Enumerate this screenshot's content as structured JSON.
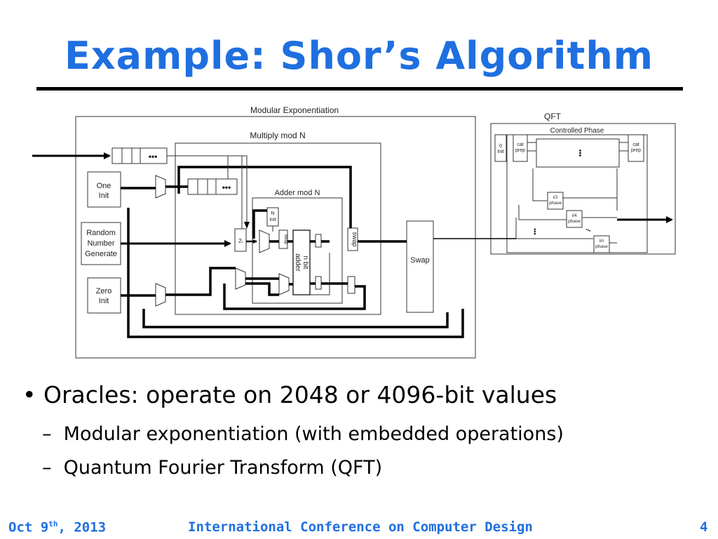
{
  "slide": {
    "title": "Example: Shor’s Algorithm",
    "bullet_marker": "•",
    "sub_marker": "–",
    "bullet": "Oracles: operate on 2048 or 4096-bit values",
    "subbullets": [
      "Modular exponentiation (with embedded operations)",
      "Quantum Fourier Transform (QFT)"
    ]
  },
  "diagram": {
    "modexp_label": "Modular Exponentiation",
    "multiply_label": "Multiply mod N",
    "adder_label": "Adder mod N",
    "one_init": [
      "One",
      "Init"
    ],
    "random": [
      "Random",
      "Number",
      "Generate"
    ],
    "zero_init": [
      "Zero",
      "Init"
    ],
    "dots": "•••",
    "two_i": "2ᵢ",
    "n_init": [
      "N",
      "Init"
    ],
    "swap_small": "swap",
    "n_bit_adder": [
      "n bit",
      "adder"
    ],
    "swap_big": "Swap",
    "qft_label": "QFT",
    "controlled_phase_label": "Controlled Phase",
    "zero_init_small": [
      "0",
      "Init"
    ],
    "cat_prep": [
      "cat",
      "prep"
    ],
    "phase_labels": [
      [
        "i/2",
        "phase"
      ],
      [
        "i/4",
        "phase"
      ],
      [
        "i/n",
        "phase"
      ]
    ]
  },
  "footer": {
    "date_prefix": "Oct 9",
    "date_sup": "th",
    "date_suffix": ", 2013",
    "conference": "International Conference on Computer Design",
    "page": "4"
  }
}
